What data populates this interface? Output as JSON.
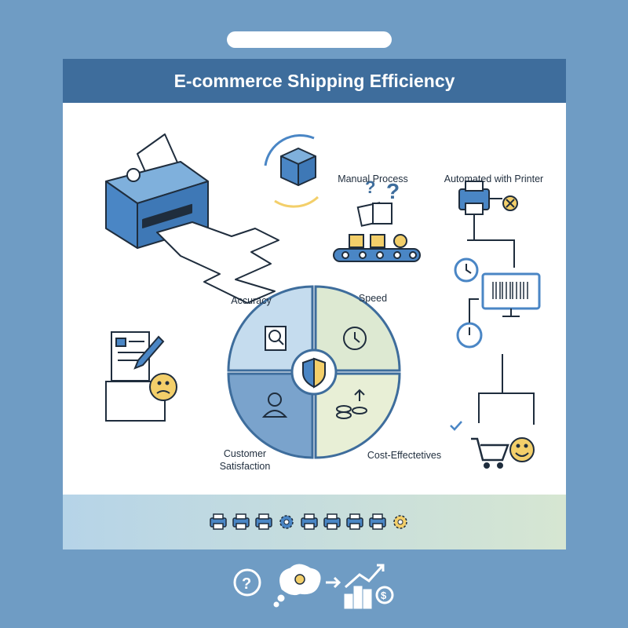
{
  "title": "E-commerce Shipping Efficiency",
  "process": {
    "manual_label": "Manual Process",
    "automated_label": "Automated with Printer"
  },
  "quadrants": {
    "accuracy": "Accuracy",
    "speed": "Speed",
    "customer_satisfaction_line1": "Customer",
    "customer_satisfaction_line2": "Satisfaction",
    "cost_effectiveness": "Cost-Effectetives"
  },
  "colors": {
    "header": "#3e6d9c",
    "background": "#6f9cc4",
    "accent_blue": "#4a86c5",
    "accent_yellow": "#f3cf6a",
    "quadrant_accuracy": "#c5dcee",
    "quadrant_speed": "#dde9d2",
    "quadrant_customer": "#7aa3cc",
    "quadrant_cost": "#e8efd6"
  },
  "footer_icons": [
    "printer-icon",
    "printer-icon",
    "printer-icon",
    "gear-icon",
    "printer-icon",
    "printer-icon",
    "printer-icon",
    "printer-icon",
    "gear-icon"
  ],
  "bottom_icons": [
    "question-bubble-icon",
    "lightbulb-thought-icon",
    "arrow-icon",
    "growth-chart-icon"
  ]
}
